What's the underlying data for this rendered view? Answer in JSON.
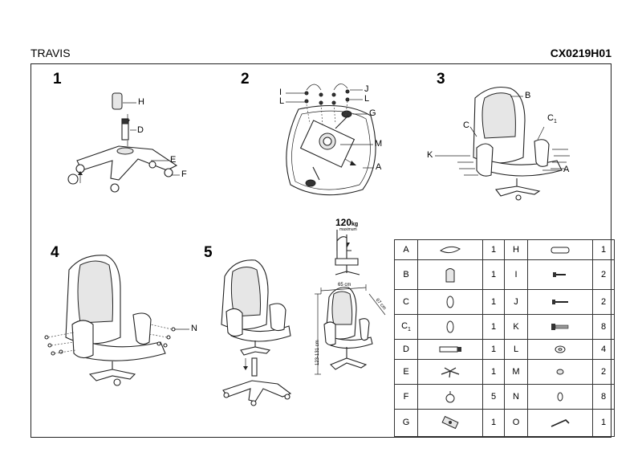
{
  "header": {
    "model": "TRAVIS",
    "code": "CX0219H01"
  },
  "steps": [
    "1",
    "2",
    "3",
    "4",
    "5"
  ],
  "callouts": {
    "s1": [
      "H",
      "D",
      "E",
      "F"
    ],
    "s2": [
      "I",
      "L",
      "J",
      "L",
      "G",
      "M",
      "A"
    ],
    "s3": [
      "B",
      "C",
      "C",
      "1",
      "K",
      "A"
    ],
    "s4": [
      "N"
    ]
  },
  "capacity": {
    "value": "120",
    "unit": "kg",
    "sub": "maximum"
  },
  "dimensions": {
    "width": "65 cm",
    "depth": "67 cm",
    "height": "123-131 cm"
  },
  "parts": [
    {
      "left": {
        "code": "A",
        "sub": "",
        "icon": "mechanism-plate-icon",
        "qty": "1"
      },
      "right": {
        "code": "H",
        "icon": "gas-cover-icon",
        "qty": "1"
      }
    },
    {
      "left": {
        "code": "B",
        "sub": "",
        "icon": "backrest-icon",
        "qty": "1"
      },
      "right": {
        "code": "I",
        "icon": "screw-icon",
        "qty": "2"
      }
    },
    {
      "left": {
        "code": "C",
        "sub": "",
        "icon": "armrest-icon",
        "qty": "1"
      },
      "right": {
        "code": "J",
        "icon": "screw-icon",
        "qty": "2"
      }
    },
    {
      "left": {
        "code": "C",
        "sub": "1",
        "icon": "armrest-icon",
        "qty": "1"
      },
      "right": {
        "code": "K",
        "icon": "long-screw-icon",
        "qty": "8"
      }
    },
    {
      "left": {
        "code": "D",
        "sub": "",
        "icon": "gas-lift-icon",
        "qty": "1"
      },
      "right": {
        "code": "L",
        "icon": "washer-icon",
        "qty": "4"
      }
    },
    {
      "left": {
        "code": "E",
        "sub": "",
        "icon": "star-base-icon",
        "qty": "1"
      },
      "right": {
        "code": "M",
        "icon": "spring-washer-icon",
        "qty": "2"
      }
    },
    {
      "left": {
        "code": "F",
        "sub": "",
        "icon": "caster-icon",
        "qty": "5"
      },
      "right": {
        "code": "N",
        "icon": "cap-icon",
        "qty": "8"
      }
    },
    {
      "left": {
        "code": "G",
        "sub": "",
        "icon": "mechanism-icon",
        "qty": "1"
      },
      "right": {
        "code": "O",
        "icon": "allen-key-icon",
        "qty": "1"
      }
    }
  ]
}
